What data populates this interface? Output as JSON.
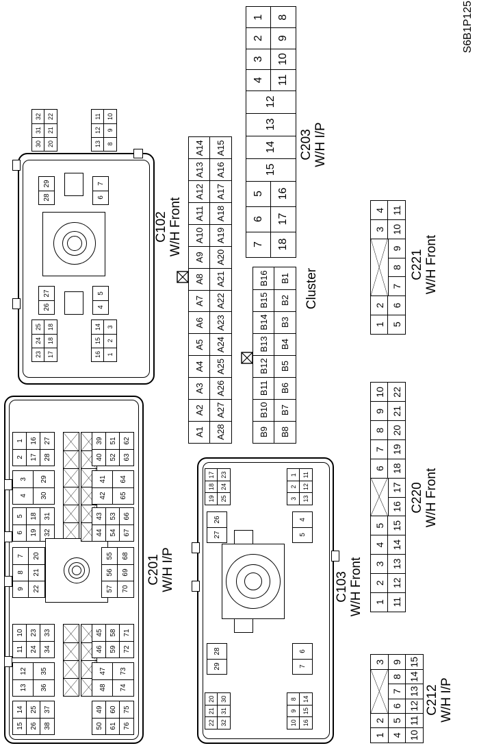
{
  "code": "S6B1P125",
  "c102": {
    "id": "C102",
    "location": "W/H Front",
    "top_left": {
      "top": [
        "23",
        "24",
        "25"
      ],
      "bottom": [
        "17",
        "18",
        "18"
      ]
    },
    "bottom_left": {
      "top": [
        "16",
        "15",
        "14"
      ],
      "bottom": [
        "1",
        "2",
        "3"
      ]
    },
    "mid_left_top": [
      "26",
      "27"
    ],
    "mid_left_bottom": [
      "4",
      "5"
    ],
    "mid_right_top": [
      "28",
      "29"
    ],
    "mid_right_bottom": [
      "6",
      "7"
    ],
    "top_right": {
      "top": [
        "30",
        "31",
        "32"
      ],
      "bottom": [
        "20",
        "21",
        "22"
      ]
    },
    "bottom_right": {
      "top": [
        "13",
        "12",
        "11"
      ],
      "bottom": [
        "8",
        "9",
        "10"
      ]
    }
  },
  "c103": {
    "id": "C103",
    "location": "W/H Front",
    "left_top": {
      "top": [
        "22",
        "21",
        "20"
      ],
      "bottom": [
        "32",
        "31",
        "30"
      ]
    },
    "left_bottom": {
      "top": [
        "10",
        "9",
        "8"
      ],
      "bottom": [
        "16",
        "15",
        "14"
      ]
    },
    "b29": [
      "29",
      "28"
    ],
    "b7": [
      "7",
      "6"
    ],
    "b27": [
      "27",
      "26"
    ],
    "b5": [
      "5",
      "4"
    ],
    "right_top": {
      "top": [
        "19",
        "18",
        "17"
      ],
      "bottom": [
        "25",
        "24",
        "23"
      ]
    },
    "right_bottom": {
      "top": [
        "3",
        "2",
        "1"
      ],
      "bottom": [
        "13",
        "12",
        "11"
      ]
    }
  },
  "c201": {
    "id": "C201",
    "location": "W/H I/P",
    "pins": [
      [
        "15",
        "14",
        "26",
        "25",
        "38",
        "37"
      ],
      [
        "13",
        "12",
        "36",
        "35"
      ],
      [
        "11",
        "10",
        "24",
        "23",
        "34",
        "33"
      ],
      [
        "9",
        "8",
        "7",
        "22",
        "21",
        "20"
      ],
      [
        "6",
        "5",
        "19",
        "18",
        "32",
        "31"
      ],
      [
        "4",
        "3",
        "30",
        "29"
      ],
      [
        "2",
        "1",
        "17",
        "16",
        "28",
        "27"
      ],
      [
        "50",
        "49",
        "61",
        "60",
        "76",
        "75"
      ],
      [
        "48",
        "47",
        "74",
        "73"
      ],
      [
        "46",
        "45",
        "59",
        "58",
        "72",
        "71"
      ],
      [
        "57",
        "56",
        "55",
        "70",
        "69",
        "68"
      ],
      [
        "44",
        "43",
        "54",
        "53",
        "67",
        "66"
      ],
      [
        "42",
        "41",
        "65",
        "64"
      ],
      [
        "40",
        "39",
        "52",
        "51",
        "63",
        "62"
      ]
    ]
  },
  "cluster": {
    "label": "Cluster",
    "a_top": [
      "A1",
      "A2",
      "A3",
      "A4",
      "A5",
      "A6",
      "A7",
      "A8",
      "A9",
      "A10",
      "A11",
      "A12",
      "A13",
      "A14"
    ],
    "a_bottom": [
      "A28",
      "A27",
      "A26",
      "A25",
      "A24",
      "A23",
      "A22",
      "A21",
      "A20",
      "A19",
      "A18",
      "A17",
      "A16",
      "A15"
    ],
    "b_top": [
      "B9",
      "B10",
      "B11",
      "B12",
      "B13",
      "B14",
      "B15",
      "B16"
    ],
    "b_bottom": [
      "B8",
      "B7",
      "B6",
      "B5",
      "B4",
      "B3",
      "B2",
      "B1"
    ]
  },
  "c203": {
    "id": "C203",
    "location": "W/H I/P",
    "left": [
      "7",
      "6",
      "5"
    ],
    "left_bottom": [
      "18",
      "17",
      "16"
    ],
    "mid": [
      "15",
      "14",
      "13",
      "12"
    ],
    "right_top": [
      "4",
      "3",
      "2",
      "1"
    ],
    "right_bottom": [
      "11",
      "10",
      "9",
      "8"
    ]
  },
  "c212": {
    "id": "C212",
    "location": "W/H I/P",
    "row1": [
      "1",
      "2",
      "",
      "3"
    ],
    "row2": [
      "4",
      "5",
      "6",
      "7",
      "8",
      "9"
    ],
    "row3": [
      "10",
      "11",
      "12",
      "13",
      "14",
      "15"
    ]
  },
  "c220": {
    "id": "C220",
    "location": "W/H Front",
    "row1": [
      "1",
      "2",
      "3",
      "4",
      "5",
      "",
      "6",
      "7",
      "8",
      "9",
      "10"
    ],
    "row2": [
      "11",
      "12",
      "13",
      "14",
      "15",
      "16",
      "17",
      "18",
      "19",
      "20",
      "21",
      "22"
    ]
  },
  "c221": {
    "id": "C221",
    "location": "W/H Front",
    "row1": [
      "1",
      "2",
      "",
      "3",
      "4"
    ],
    "row2": [
      "5",
      "6",
      "7",
      "8",
      "9",
      "10",
      "11"
    ]
  }
}
